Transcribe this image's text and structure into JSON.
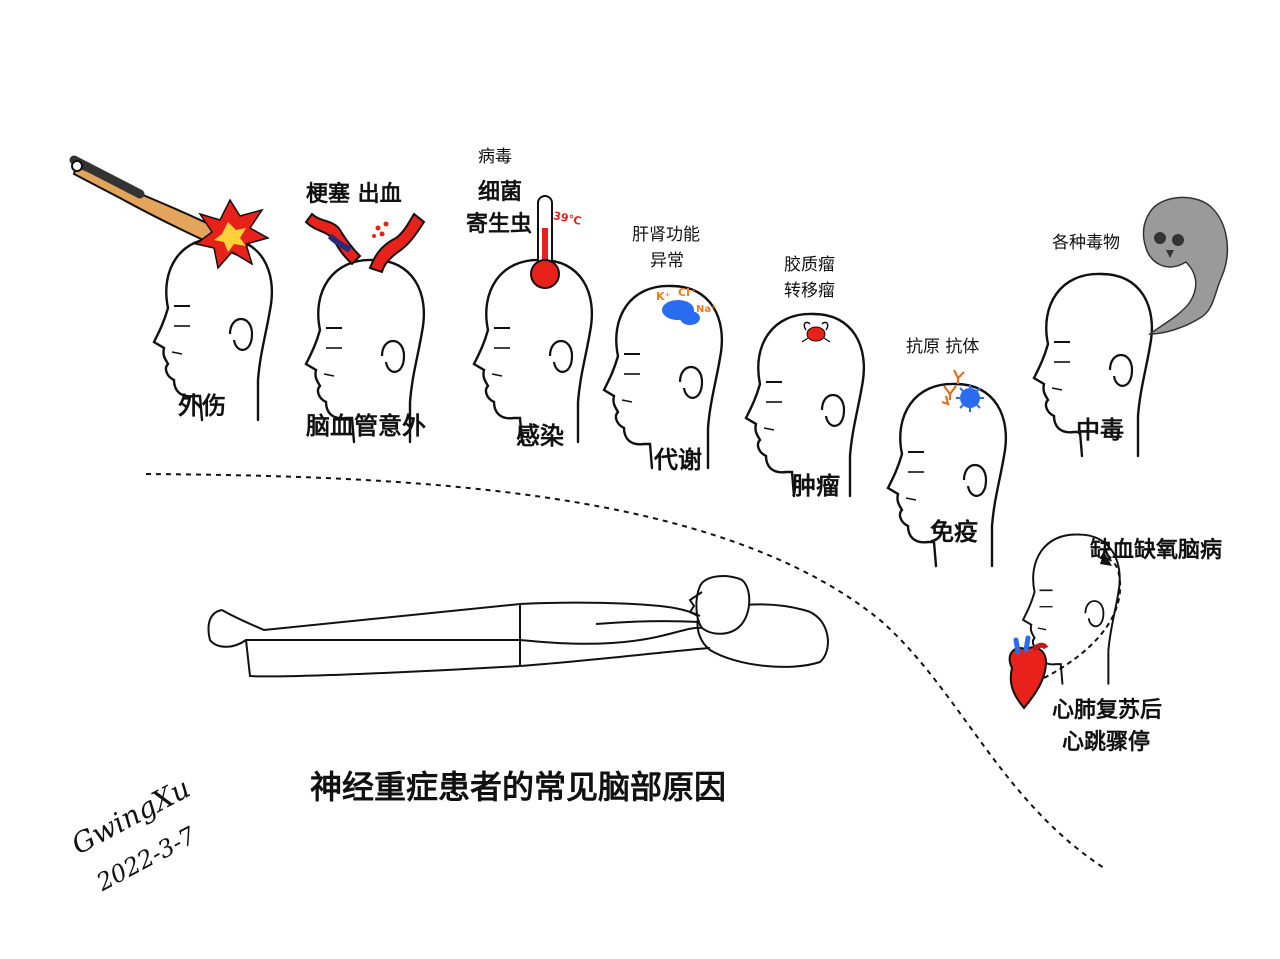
{
  "causes": {
    "trauma": {
      "label": "外伤"
    },
    "cerebrovascular": {
      "sub": "梗塞 出血",
      "label": "脑血管意外"
    },
    "infection": {
      "sub1": "病毒",
      "sub2": "细菌",
      "sub3": "寄生虫",
      "temp": "39℃",
      "label": "感染"
    },
    "metabolic": {
      "sub1": "肝肾功能",
      "sub2": "异常",
      "ions": [
        "K⁺",
        "Cl⁻",
        "Na⁺"
      ],
      "label": "代谢"
    },
    "tumor": {
      "sub1": "胶质瘤",
      "sub2": "转移瘤",
      "label": "肿瘤"
    },
    "immune": {
      "sub": "抗原 抗体",
      "label": "免疫"
    },
    "poisoning": {
      "sub": "各种毒物",
      "label": "中毒"
    }
  },
  "hypoxic": {
    "label": "缺血缺氧脑病",
    "origin1": "心肺复苏后",
    "origin2": "心跳骤停"
  },
  "title": "神经重症患者的常见脑部原因",
  "signature": {
    "name": "GwingXu",
    "date": "2022-3-7"
  },
  "colors": {
    "blood": "#e8221a",
    "bat": "#e3a45c",
    "blue": "#2a6cf0",
    "orange": "#f07a1a",
    "skull": "#9a9a9a"
  }
}
